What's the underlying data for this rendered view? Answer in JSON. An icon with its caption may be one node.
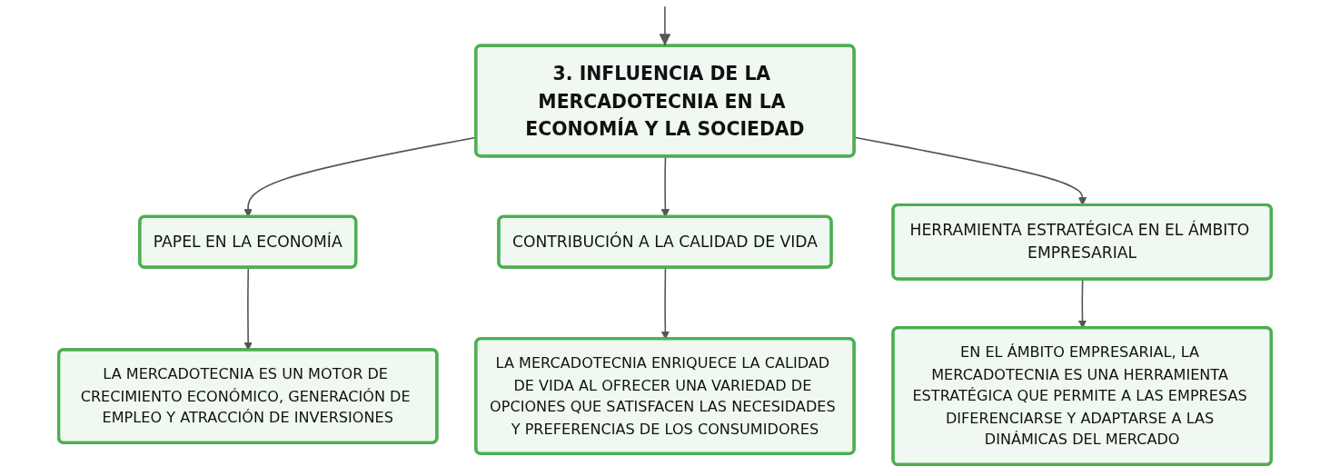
{
  "diagram": {
    "nodes": [
      {
        "text": [
          "3. INFLUENCIA DE LA MERCADOTECNIA EN LA ECONOMÍA Y LA SOCIEDAD"
        ]
      },
      {
        "text": [
          "PAPEL EN LA ECONOMÍA"
        ]
      },
      {
        "text": [
          "CONTRIBUCIÓN A LA CALIDAD DE VIDA"
        ]
      },
      {
        "text": [
          "HERRAMIENTA ESTRATÉGICA EN EL ÁMBITO EMPRESARIAL"
        ]
      },
      {
        "text": [
          "LA MERCADOTECNIA ES UN MOTOR DE CRECIMIENTO ECONÓMICO, GENERACIÓN DE EMPLEO Y ATRACCIÓN DE INVERSIONES"
        ]
      },
      {
        "text": [
          "LA MERCADOTECNIA ENRIQUECE LA CALIDAD DE VIDA AL OFRECER UNA VARIEDAD DE OPCIONES QUE SATISFACEN LAS NECESIDADES Y PREFERENCIAS DE LOS CONSUMIDORES"
        ]
      },
      {
        "text": [
          "EN EL ÁMBITO EMPRESARIAL, LA MERCADOTECNIA ES UNA HERRAMIENTA ESTRATÉGICA QUE PERMITE A LAS EMPRESAS DIFERENCIARSE Y ADAPTARSE A LAS DINÁMICAS DEL MERCADO"
        ]
      }
    ],
    "edges": [
      {
        "from": null,
        "to": 0,
        "arrow": "to"
      },
      {
        "from": 0,
        "to": 1,
        "arrow": "to"
      },
      {
        "from": 0,
        "to": 2,
        "arrow": "to"
      },
      {
        "from": 0,
        "to": 3,
        "arrow": "to"
      },
      {
        "from": 1,
        "to": 4,
        "arrow": "to"
      },
      {
        "from": 2,
        "to": 5,
        "arrow": "to"
      },
      {
        "from": 3,
        "to": 6,
        "arrow": "to"
      }
    ]
  }
}
